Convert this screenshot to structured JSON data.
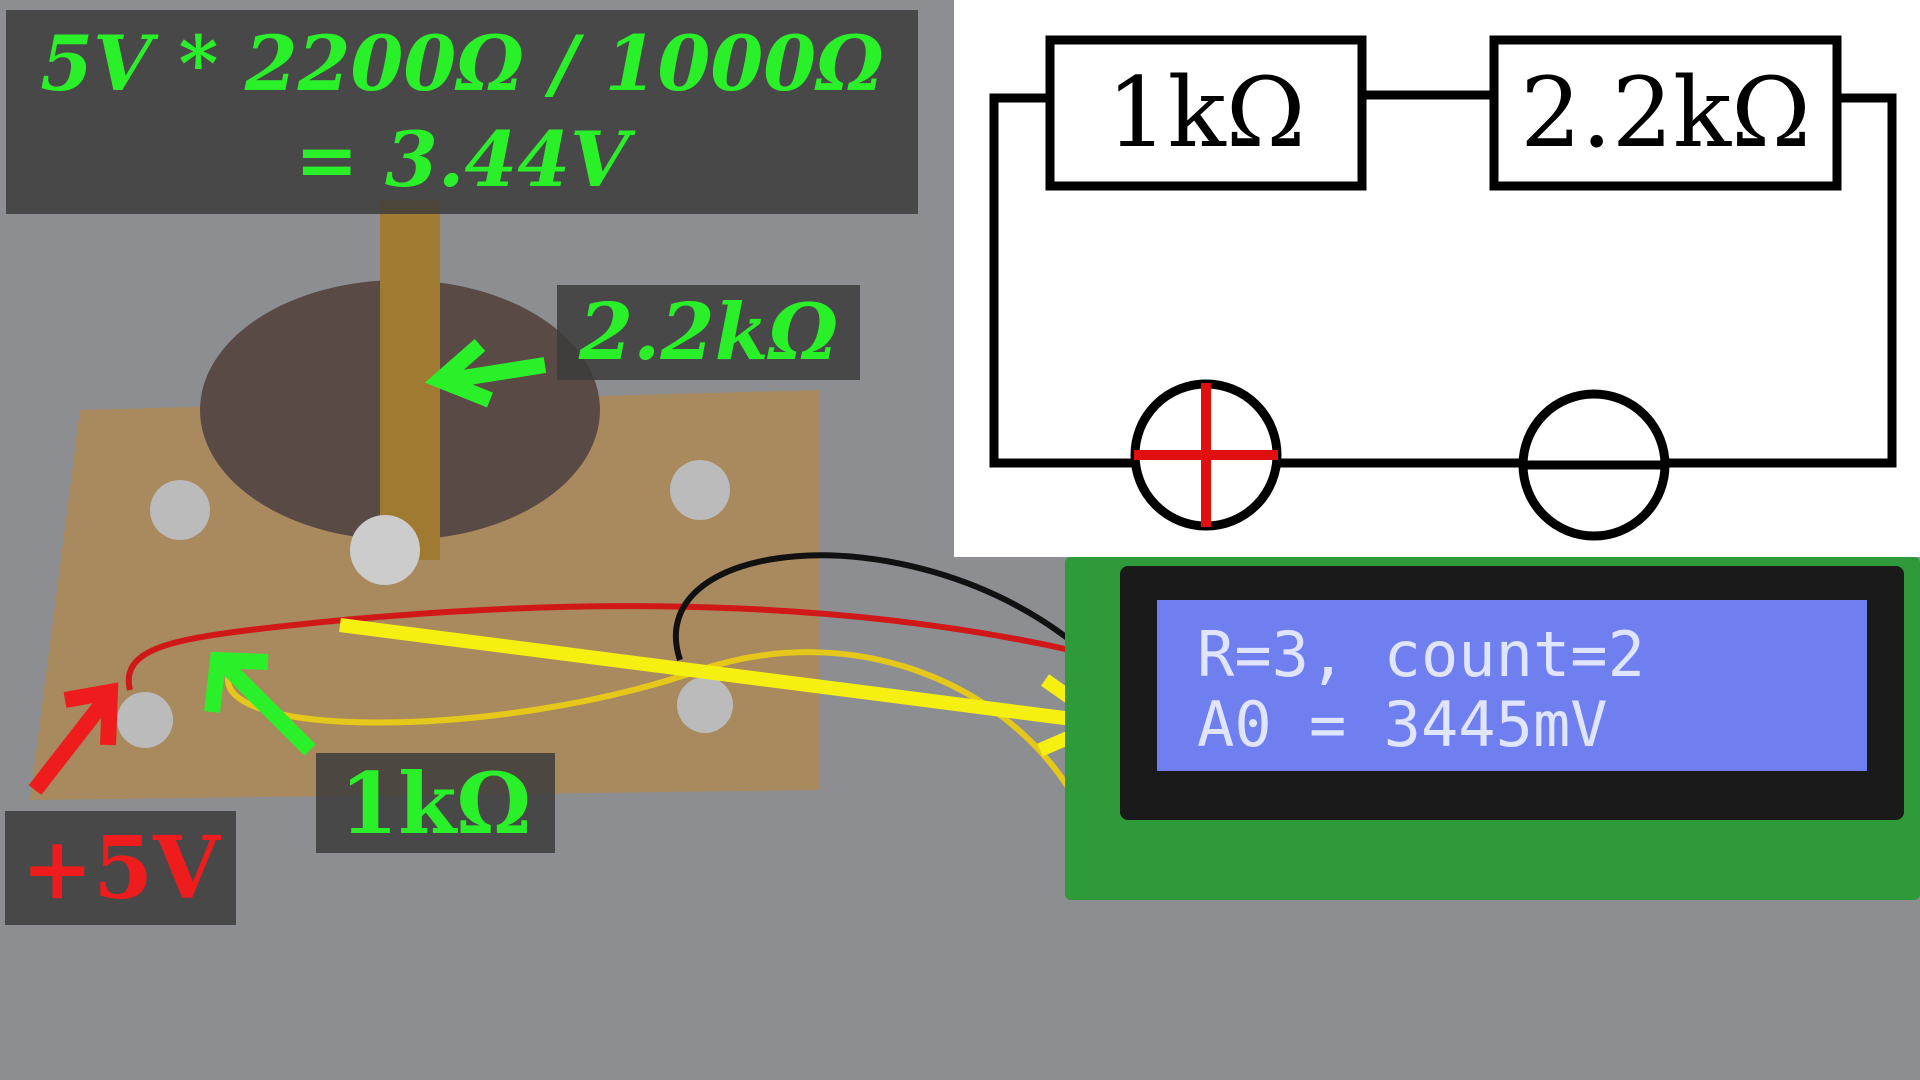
{
  "overlay": {
    "formula_line1": "5V * 2200Ω / 1000Ω",
    "formula_line2": "= 3.44V",
    "label_2_2k": "2.2kΩ",
    "label_1k": "1kΩ",
    "label_5v": "+5V"
  },
  "diagram": {
    "resistor1": "1kΩ",
    "resistor2": "2.2kΩ",
    "battery_plus": "plus-terminal-icon",
    "battery_minus": "minus-terminal-icon"
  },
  "lcd": {
    "line1": "R=3, count=2",
    "line2": "A0 = 3445mV"
  },
  "colors": {
    "green": "#2af02a",
    "red": "#ee1c1c",
    "yellow": "#f5f010",
    "lcd": "#6f7ff0"
  }
}
